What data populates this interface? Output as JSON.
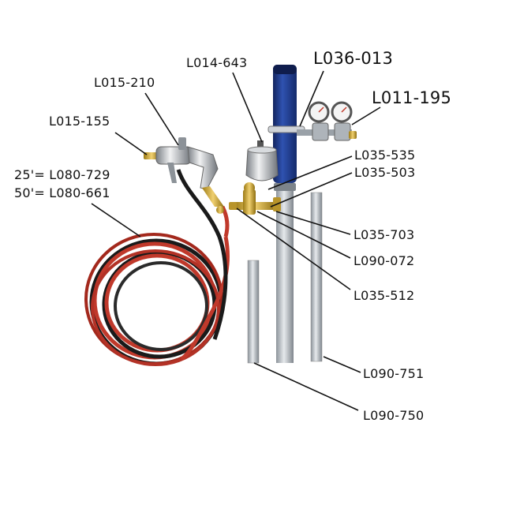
{
  "labels": {
    "l014_643": "L014-643",
    "l036_013": "L036-013",
    "l015_210": "L015-210",
    "l011_195": "L011-195",
    "l015_155": "L015-155",
    "l035_535": "L035-535",
    "l035_503": "L035-503",
    "hose_25": "25'= L080-729",
    "hose_50": "50'= L080-661",
    "l035_703": "L035-703",
    "l090_072": "L090-072",
    "l035_512": "L035-512",
    "l090_751": "L090-751",
    "l090_750": "L090-750"
  },
  "colors": {
    "pump_blue": "#1f3a8a",
    "hose_red": "#c0392b",
    "hose_black": "#1a1a1a",
    "brass": "#c9a227",
    "steel": "#b8bec4"
  }
}
